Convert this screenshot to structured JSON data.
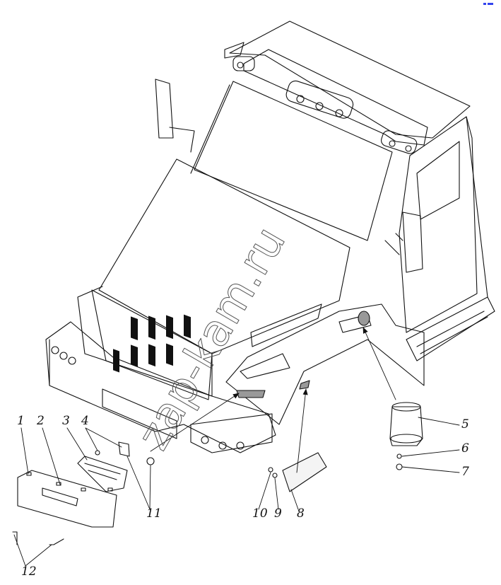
{
  "diagram": {
    "watermark": "zap-kam.ru",
    "callouts": [
      {
        "id": "1",
        "label": "1"
      },
      {
        "id": "2",
        "label": "2"
      },
      {
        "id": "3",
        "label": "3"
      },
      {
        "id": "4",
        "label": "4"
      },
      {
        "id": "5",
        "label": "5"
      },
      {
        "id": "6",
        "label": "6"
      },
      {
        "id": "7",
        "label": "7"
      },
      {
        "id": "8",
        "label": "8"
      },
      {
        "id": "9",
        "label": "9"
      },
      {
        "id": "10",
        "label": "10"
      },
      {
        "id": "11",
        "label": "11"
      },
      {
        "id": "12",
        "label": "12"
      }
    ],
    "colors": {
      "line": "#111111",
      "watermark": "#555555",
      "corner_mark": "#3344ee"
    }
  }
}
